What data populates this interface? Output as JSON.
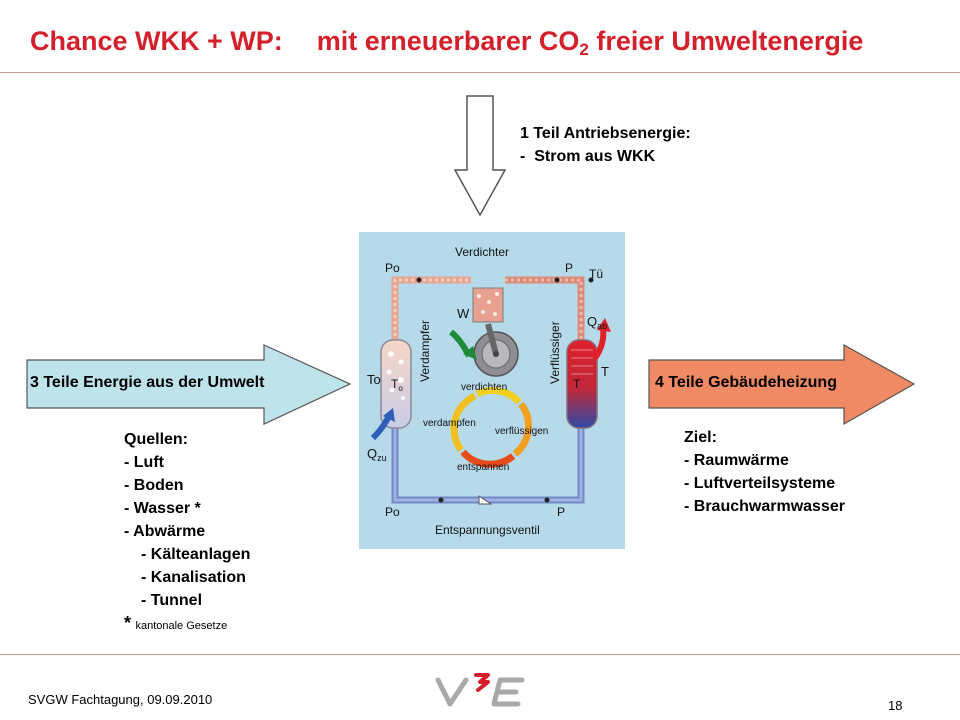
{
  "slide": {
    "title_left": "Chance WKK + WP:",
    "title_right_pre": "mit erneuerbarer CO",
    "title_sub": "2",
    "title_right_post": " freier Umweltenergie",
    "page_number": "18",
    "footer": "SVGW Fachtagung, 09.09.2010",
    "logo": {
      "text": "V3E",
      "icon": "v3e-logo-icon"
    }
  },
  "input_energy": {
    "line1": "1 Teil Antriebsenergie:",
    "line2_dash": "-",
    "line2": "Strom aus WKK"
  },
  "left_arrow": {
    "label": "3 Teile Energie aus der Umwelt",
    "color": "#bfe3ea"
  },
  "right_arrow": {
    "label": "4 Teile Gebäudeheizung",
    "color": "#f08a64"
  },
  "sources": {
    "heading": "Quellen:",
    "items": [
      "- Luft",
      "- Boden",
      "- Wasser *",
      "- Abwärme"
    ],
    "subitems": [
      "- Kälteanlagen",
      "- Kanalisation",
      "- Tunnel"
    ],
    "note_star": "*",
    "note": "kantonale Gesetze"
  },
  "goals": {
    "heading": "Ziel:",
    "items": [
      "- Raumwärme",
      "- Luftverteilsysteme",
      "- Brauchwarmwasser"
    ]
  },
  "diagram": {
    "bg": "#b6daea",
    "compressor": "Verdichter",
    "expansion_valve": "Entspannungsventil",
    "evaporator": "Verdampfer",
    "condenser": "Verflüssiger",
    "p_low_top": "Po",
    "p_high_top": "P",
    "t_over": "Tü",
    "p_low_bottom": "Po",
    "p_high_bottom": "P",
    "work": "W",
    "q_out": "Q",
    "q_out_sub": "ab",
    "q_in": "Q",
    "q_in_sub": "zu",
    "t_high": "T",
    "t_low": "To",
    "t_evap": "T",
    "t_evap_sub": "o",
    "t_cond": "T",
    "cycle": {
      "compress": "verdichten",
      "condense": "verflüssigen",
      "expand": "entspannen",
      "evaporate": "verdampfen"
    }
  }
}
